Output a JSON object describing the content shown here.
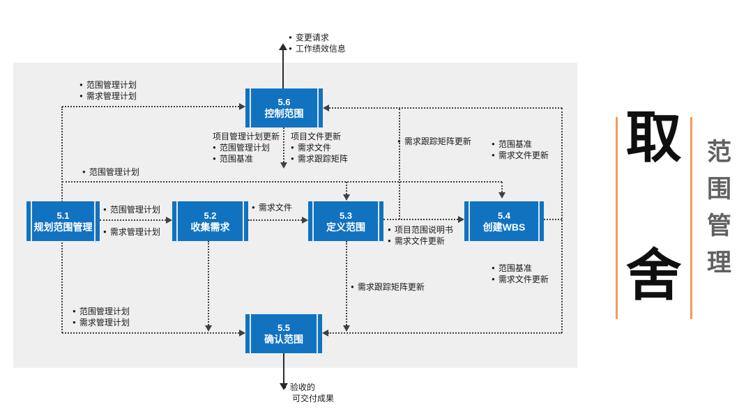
{
  "boxes": [
    {
      "num": "5.1",
      "name": "规划范围管理"
    },
    {
      "num": "5.2",
      "name": "收集需求"
    },
    {
      "num": "5.3",
      "name": "定义范围"
    },
    {
      "num": "5.4",
      "name": "创建WBS"
    },
    {
      "num": "5.5",
      "name": "确认范围"
    },
    {
      "num": "5.6",
      "name": "控制范围"
    }
  ],
  "labels": {
    "top_out": {
      "items": [
        "变更请求",
        "工作绩效信息"
      ]
    },
    "tl_in": {
      "items": [
        "范围管理计划",
        "需求管理计划"
      ]
    },
    "plan_line": {
      "items": [
        "范围管理计划"
      ]
    },
    "mid_plan": {
      "title": "项目管理计划更新",
      "items": [
        "范围管理计划",
        "范围基准"
      ]
    },
    "mid_doc": {
      "title": "项目文件更新",
      "items": [
        "需求文件",
        "需求跟踪矩阵"
      ]
    },
    "tr_matrix": {
      "items": [
        "需求跟踪矩阵更新"
      ]
    },
    "tr_baseline": {
      "items": [
        "范围基准",
        "需求文件更新"
      ]
    },
    "h51_52_top": {
      "items": [
        "范围管理计划"
      ]
    },
    "h51_52_bot": {
      "items": [
        "需求管理计划"
      ]
    },
    "h52_53": {
      "items": [
        "需求文件"
      ]
    },
    "out_53": {
      "items": [
        "项目范围说明书",
        "需求文件更新"
      ]
    },
    "br_54": {
      "items": [
        "范围基准",
        "需求文件更新"
      ]
    },
    "mid_bottom": {
      "items": [
        "需求跟踪矩阵更新"
      ]
    },
    "bl_in": {
      "items": [
        "范围管理计划",
        "需求管理计划"
      ]
    },
    "bottom_out": {
      "line1": "验收的",
      "line2": "可交付成果"
    }
  },
  "right_panel": {
    "big_top": "取",
    "big_bottom": "舍",
    "vertical_title": "范围管理"
  },
  "colors": {
    "box_blue": "#1172c0",
    "panel_gray": "#efefef",
    "accent_orange": "#f29b5c",
    "connector_gray": "#3f3f3f",
    "title_gray": "#616161"
  }
}
